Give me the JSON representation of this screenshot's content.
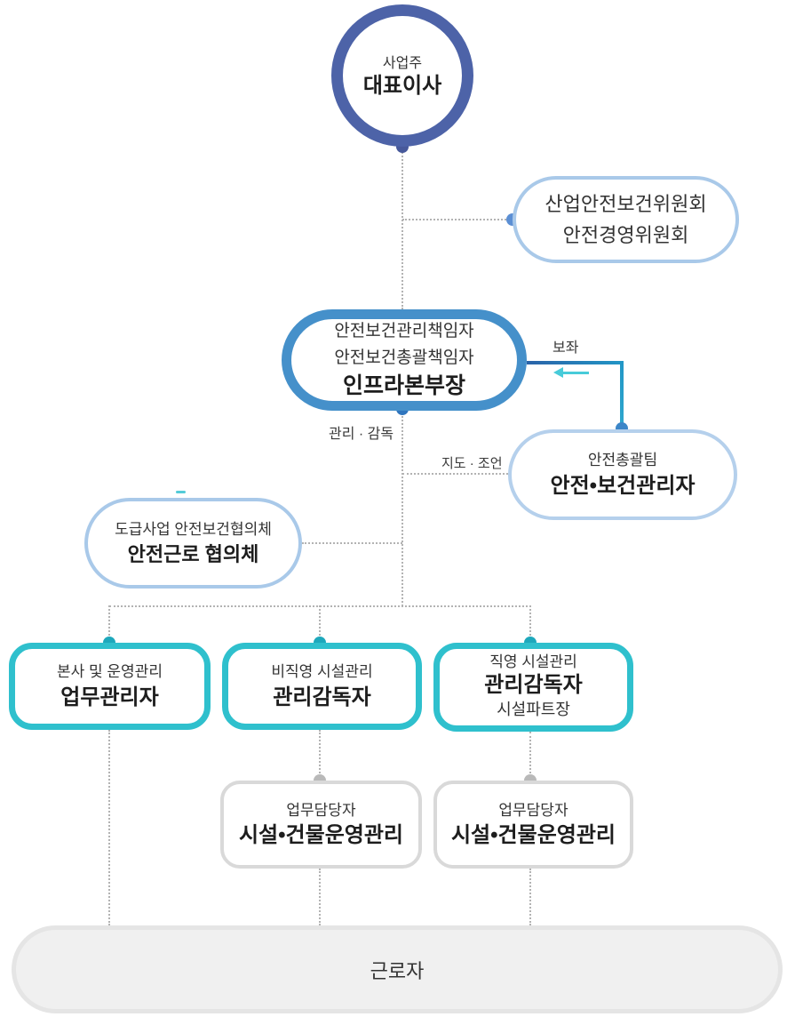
{
  "diagram": {
    "ceo": {
      "sub": "사업주",
      "title": "대표이사"
    },
    "committee": {
      "line1": "산업안전보건위원회",
      "line2": "안전경영위원회"
    },
    "manager": {
      "line1": "안전보건관리책임자",
      "line2": "안전보건총괄책임자",
      "title": "인프라본부장"
    },
    "safety_team": {
      "sub": "안전총괄팀",
      "title": "안전•보건관리자"
    },
    "council": {
      "sub": "도급사업 안전보건협의체",
      "title": "안전근로 협의체"
    },
    "dept_hq": {
      "sub": "본사 및 운영관리",
      "title": "업무관리자"
    },
    "dept_outsourced": {
      "sub": "비직영 시설관리",
      "title": "관리감독자"
    },
    "dept_direct": {
      "sub": "직영 시설관리",
      "title": "관리감독자",
      "extra": "시설파트장"
    },
    "staff_left": {
      "sub": "업무담당자",
      "title": "시설•건물운영관리"
    },
    "staff_right": {
      "sub": "업무담당자",
      "title": "시설•건물운영관리"
    },
    "workers": {
      "title": "근로자"
    },
    "edge_labels": {
      "assist": "보좌",
      "supervise": "관리 · 감독",
      "guidance": "지도 · 조언"
    },
    "colors": {
      "indigo_ring": "#4d63a8",
      "blue_ring": "#4590ca",
      "light_blue_border": "#a9c9e9",
      "teal_border": "#2fc0cd",
      "cyan_arrow": "#48cbd9",
      "gray_border": "#d9d9d9",
      "worker_bar_bg": "#f0f0f0",
      "dotted_line": "#b3b3b3"
    }
  }
}
